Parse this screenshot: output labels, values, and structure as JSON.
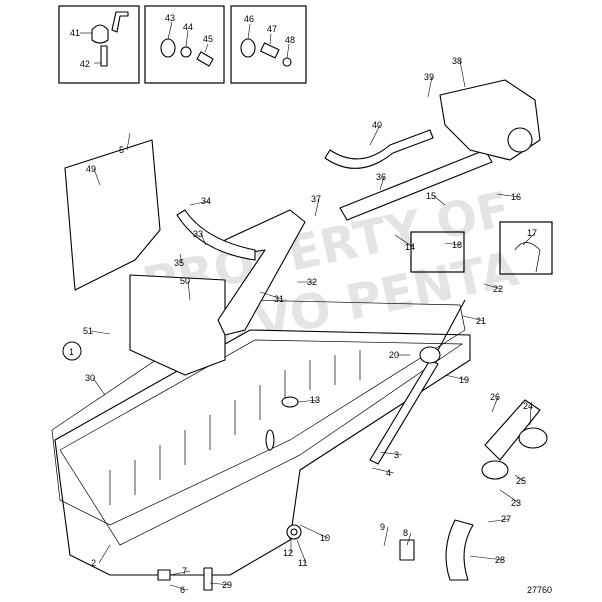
{
  "diagram": {
    "reference_number": "27760",
    "watermark_line1": "PROPERTY OF",
    "watermark_line2": "VOLVO PENTA",
    "group_marker": "1",
    "insets": [
      {
        "callouts": [
          "41",
          "42"
        ]
      },
      {
        "callouts": [
          "43",
          "44",
          "45"
        ]
      },
      {
        "callouts": [
          "46",
          "47",
          "48"
        ]
      }
    ],
    "callouts": [
      "2",
      "3",
      "4",
      "5",
      "6",
      "7",
      "8",
      "9",
      "10",
      "11",
      "12",
      "13",
      "14",
      "15",
      "16",
      "17",
      "18",
      "19",
      "20",
      "21",
      "22",
      "23",
      "24",
      "25",
      "26",
      "27",
      "28",
      "29",
      "30",
      "31",
      "32",
      "33",
      "34",
      "35",
      "36",
      "37",
      "38",
      "39",
      "40",
      "49",
      "50",
      "51"
    ]
  }
}
